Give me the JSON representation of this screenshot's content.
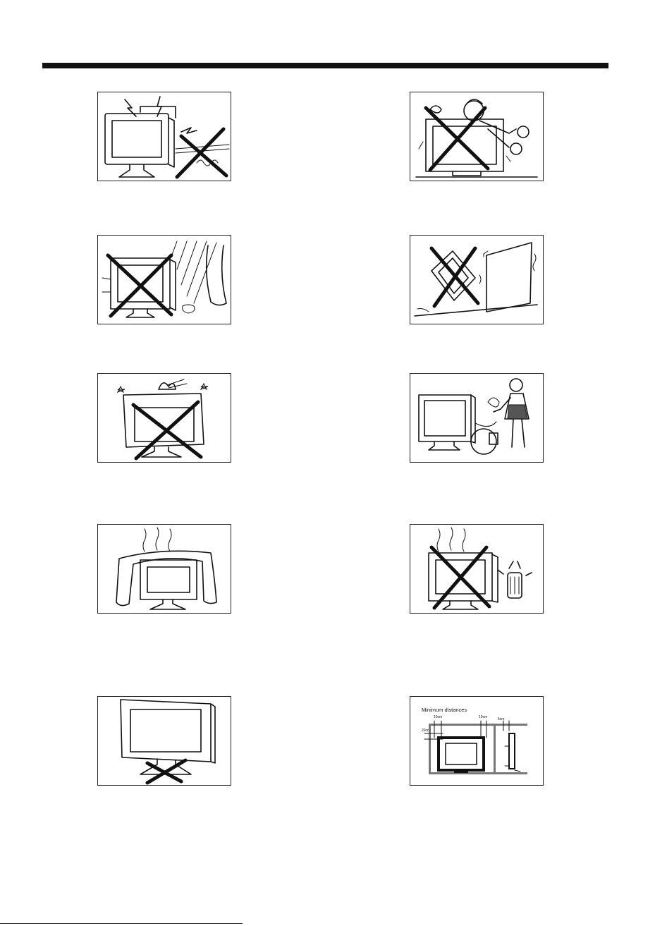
{
  "figure": {
    "clearance_title": "Minimum distances",
    "clearance_top": "10cm",
    "clearance_top_right": "10cm",
    "clearance_side": "20cm",
    "clearance_rear": "5cm"
  }
}
